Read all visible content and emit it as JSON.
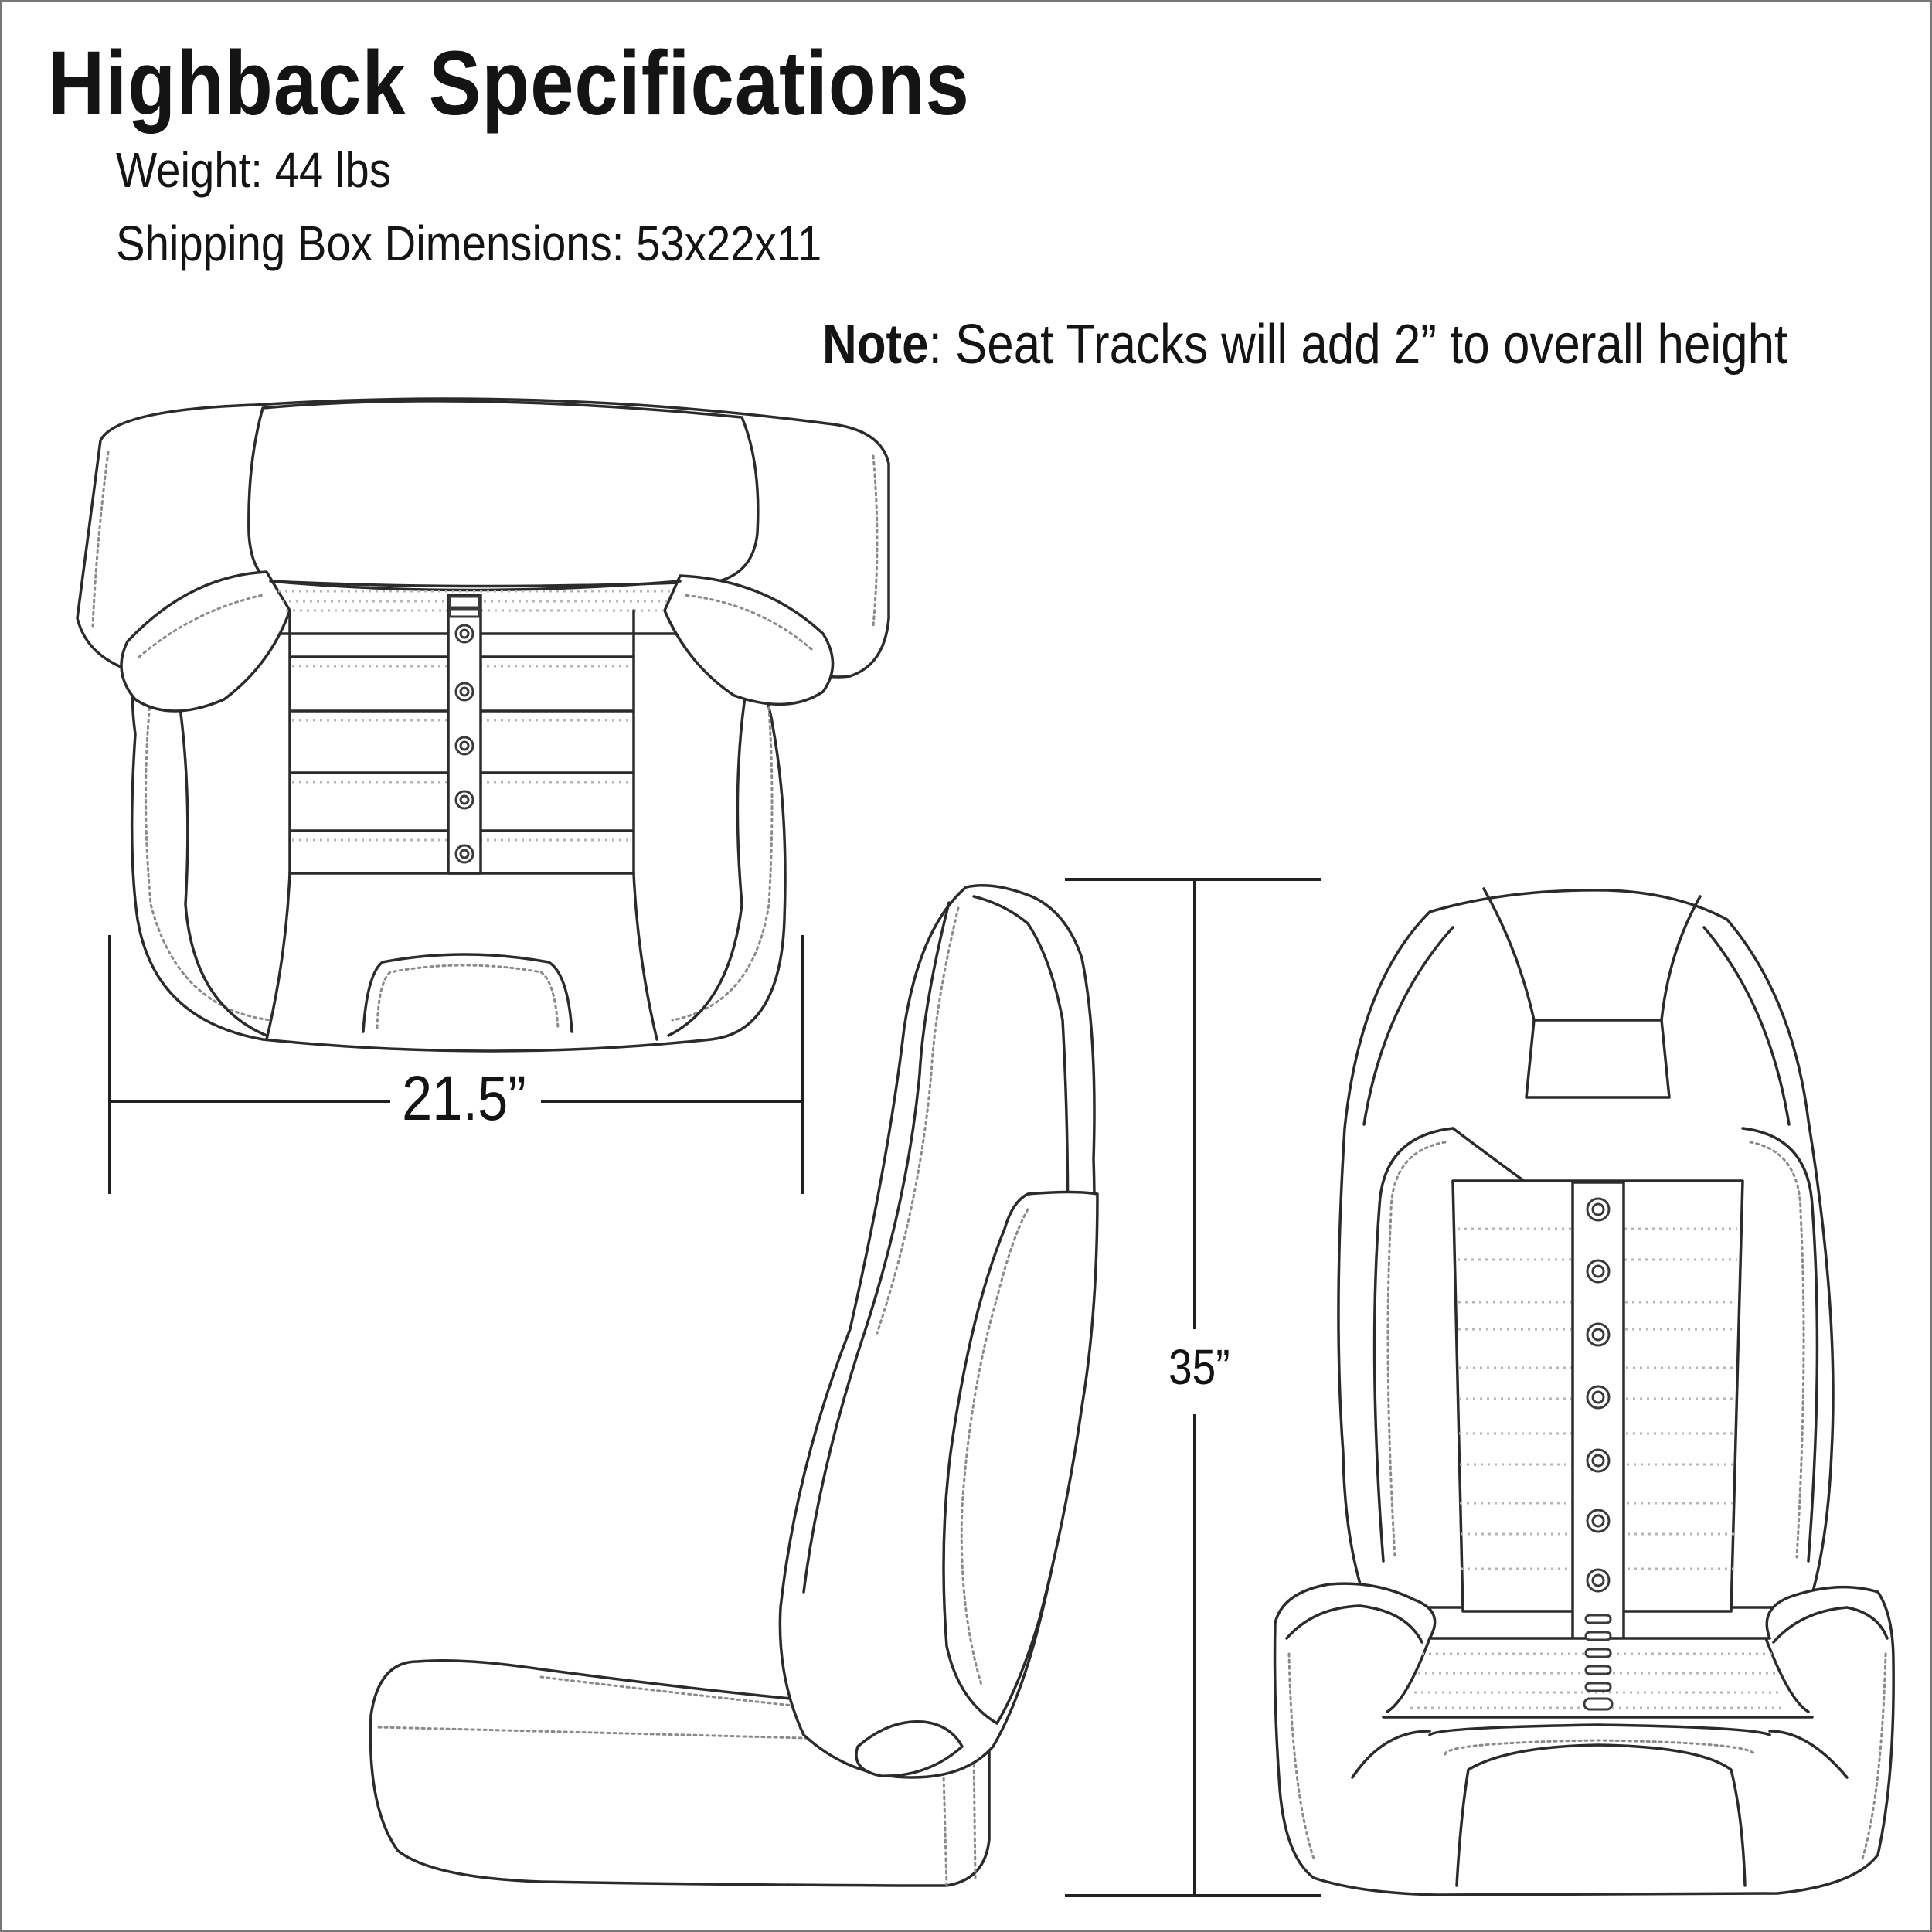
{
  "title": "Highback Specifications",
  "specs": {
    "weight": "Weight: 44 lbs",
    "shipping": "Shipping Box Dimensions: 53x22x11"
  },
  "note": {
    "label": "Note",
    "text": ": Seat Tracks will add 2” to overall height"
  },
  "dimensions": {
    "width": "21.5”",
    "height": "35”"
  },
  "icons": [
    "seat-top-view-icon",
    "seat-side-view-icon",
    "seat-front-view-icon"
  ]
}
